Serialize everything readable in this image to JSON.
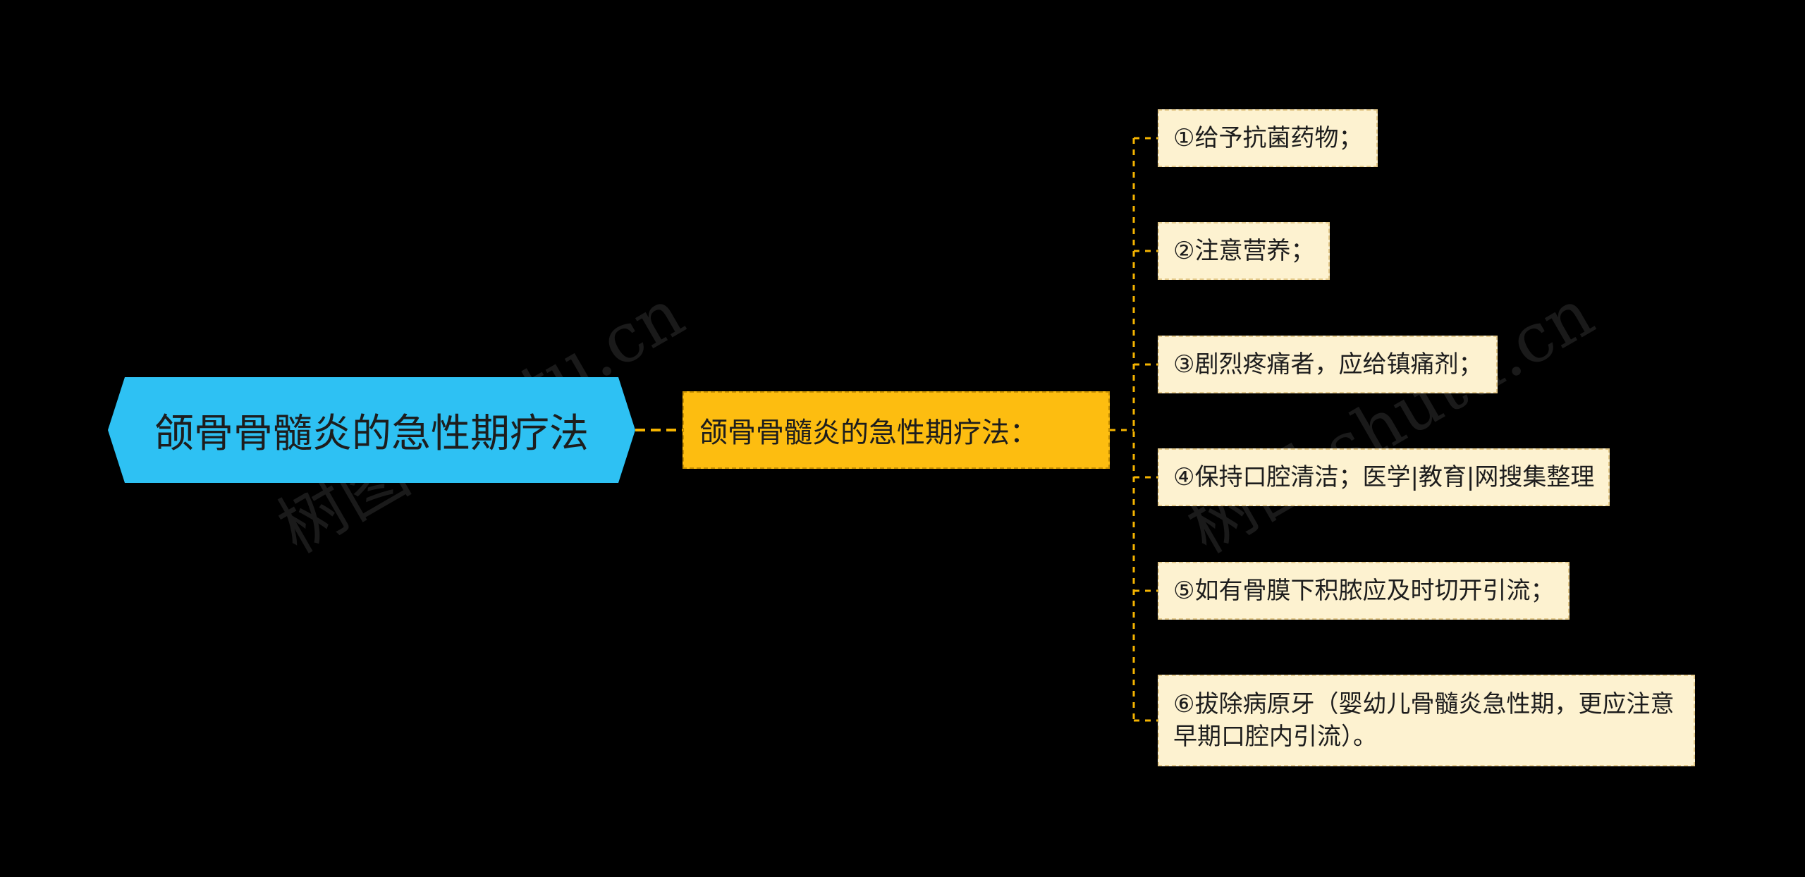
{
  "colors": {
    "background": "#000000",
    "root_fill": "#2ec1f3",
    "mid_fill": "#fdbd10",
    "leaf_fill": "#fdf2d0",
    "connector": "#f5b400"
  },
  "root": {
    "label": "颌骨骨髓炎的急性期疗法"
  },
  "branch": {
    "label": "颌骨骨髓炎的急性期疗法："
  },
  "leaves": [
    {
      "label": "①给予抗菌药物；"
    },
    {
      "label": "②注意营养；"
    },
    {
      "label": "③剧烈疼痛者，应给镇痛剂；"
    },
    {
      "label": "④保持口腔清洁；医学|教育|网搜集整理"
    },
    {
      "label": "⑤如有骨膜下积脓应及时切开引流；"
    },
    {
      "label": "⑥拔除病原牙（婴幼儿骨髓炎急性期，更应注意早期口腔内引流）。"
    }
  ],
  "watermarks": [
    {
      "text": "树图 shutu.cn"
    },
    {
      "text": "树图 shutu.cn"
    }
  ]
}
